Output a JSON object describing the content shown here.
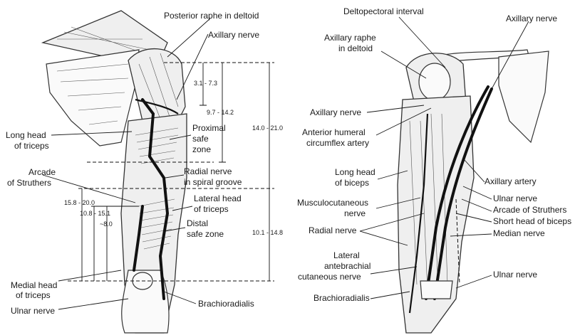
{
  "left_panel": {
    "labels": {
      "posterior_raphe": "Posterior raphe in deltoid",
      "axillary_nerve": "Axillary nerve",
      "long_head_triceps": [
        "Long head",
        "of triceps"
      ],
      "proximal_safe_zone": [
        "Proximal",
        "safe",
        "zone"
      ],
      "arcade_struthers": [
        "Arcade",
        "of Struthers"
      ],
      "radial_nerve": [
        "Radial nerve",
        "in spiral groove"
      ],
      "lateral_head_triceps": [
        "Lateral head",
        "of triceps"
      ],
      "distal_safe_zone": [
        "Distal",
        "safe zone"
      ],
      "medial_head_triceps": [
        "Medial head",
        "of triceps"
      ],
      "ulnar_nerve": "Ulnar nerve",
      "brachioradialis": "Brachioradialis"
    },
    "measurements": {
      "m_3_1_7_3": "3.1 - 7.3",
      "m_9_7_14_2": "9.7 - 14.2",
      "m_14_0_21_0": "14.0 - 21.0",
      "m_15_8_20_0": "15.8 - 20.0",
      "m_10_8_15_1": "10.8 - 15.1",
      "m_8_0": "~8.0",
      "m_10_1_14_8": "10.1 - 14.8"
    }
  },
  "right_panel": {
    "labels": {
      "deltopectoral_interval": "Deltopectoral interval",
      "axillary_nerve_top": "Axillary nerve",
      "axillary_raphe": [
        "Axillary raphe",
        "in deltoid"
      ],
      "axillary_nerve": "Axillary nerve",
      "ant_humeral_circumflex": [
        "Anterior humeral",
        "circumflex artery"
      ],
      "long_head_biceps": [
        "Long head",
        "of biceps"
      ],
      "axillary_artery": "Axillary artery",
      "musculocutaneous": [
        "Musculocutaneous",
        "nerve"
      ],
      "ulnar_nerve": "Ulnar nerve",
      "arcade_struthers": "Arcade of Struthers",
      "short_head_biceps": "Short head of biceps",
      "radial_nerve": "Radial nerve",
      "median_nerve": "Median nerve",
      "lateral_antebrachial": [
        "Lateral",
        "antebrachial",
        "cutaneous nerve"
      ],
      "ulnar_nerve_low": "Ulnar nerve",
      "brachioradialis": "Brachioradialis"
    }
  }
}
